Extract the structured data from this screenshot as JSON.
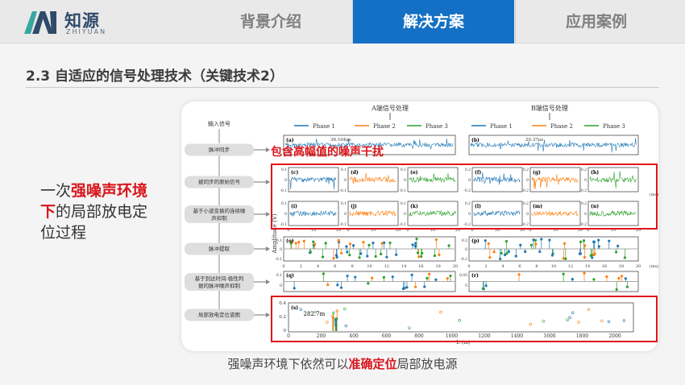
{
  "brand": {
    "name_cn": "知源",
    "name_en": "ZHIYUAN",
    "color": "#2f4a6a",
    "accent": "#3aa6a0"
  },
  "nav": {
    "tabs": [
      {
        "label": "背景介绍",
        "active": false
      },
      {
        "label": "解决方案",
        "active": true
      },
      {
        "label": "应用案例",
        "active": false
      }
    ],
    "active_color": "#1470c4"
  },
  "section_title": "2.3 自适应的信号处理技术（关键技术2）",
  "left_caption": {
    "pre": "一次",
    "hl": "强噪声环境下",
    "post": "的局部放电定位过程"
  },
  "overlay_text": "包含高幅值的噪声干扰",
  "caption": {
    "pre": "强噪声环境下依然可以",
    "hl": "准确定位",
    "post": "局部放电源"
  },
  "figure": {
    "top_label_a": "A端信号处理",
    "top_label_b": "B端信号处理",
    "input_label": "输入信号",
    "steps": [
      "脉冲同步",
      "被同步的原始信号",
      "基于小波变换的连续噪声抑制",
      "脉冲提取",
      "基于到达时间-极性判据的脉冲噪声抑制",
      "局部放电定位谱图"
    ],
    "legend": [
      {
        "name": "Phase 1",
        "color": "#1f77b4"
      },
      {
        "name": "Phase 2",
        "color": "#ff7f0e"
      },
      {
        "name": "Phase 3",
        "color": "#2ca02c"
      }
    ],
    "annot_a": "36.104μs",
    "annot_b": "20.37μs",
    "ylabel": "Amplitude (V)",
    "xunit": "(ms)",
    "loc_value": "282.7m",
    "loc_xlabel": "L (m)",
    "panel_letters": [
      "(a)",
      "(b)",
      "(c)",
      "(d)",
      "(e)",
      "(f)",
      "(g)",
      "(h)",
      "(i)",
      "(j)",
      "(k)",
      "(l)",
      "(m)",
      "(n)",
      "(o)",
      "(p)",
      "(q)",
      "(r)",
      "(s)"
    ],
    "xticks_ms": [
      "0",
      "10",
      "20"
    ],
    "xticks_long": [
      "0",
      "2",
      "4",
      "6",
      "8",
      "10",
      "12",
      "14",
      "16",
      "18",
      "20"
    ],
    "loc_xticks": [
      "0",
      "200",
      "400",
      "600",
      "800",
      "1000",
      "1200",
      "1400",
      "1600",
      "1800",
      "2000"
    ],
    "loc_yticks": [
      "0",
      "0.2",
      "0.4"
    ],
    "small_yticks": [
      "0.1",
      "0",
      "-0.1"
    ],
    "small_yticks2": [
      "0.2",
      "0",
      "-0.2"
    ],
    "o_yticks": [
      "0.1",
      "0",
      "-0.1"
    ],
    "p_yticks": [
      "0.2",
      "0",
      "-0.2"
    ],
    "q_yticks": [
      "0.1",
      "0"
    ],
    "r_yticks": [
      "0.05",
      "0"
    ]
  }
}
